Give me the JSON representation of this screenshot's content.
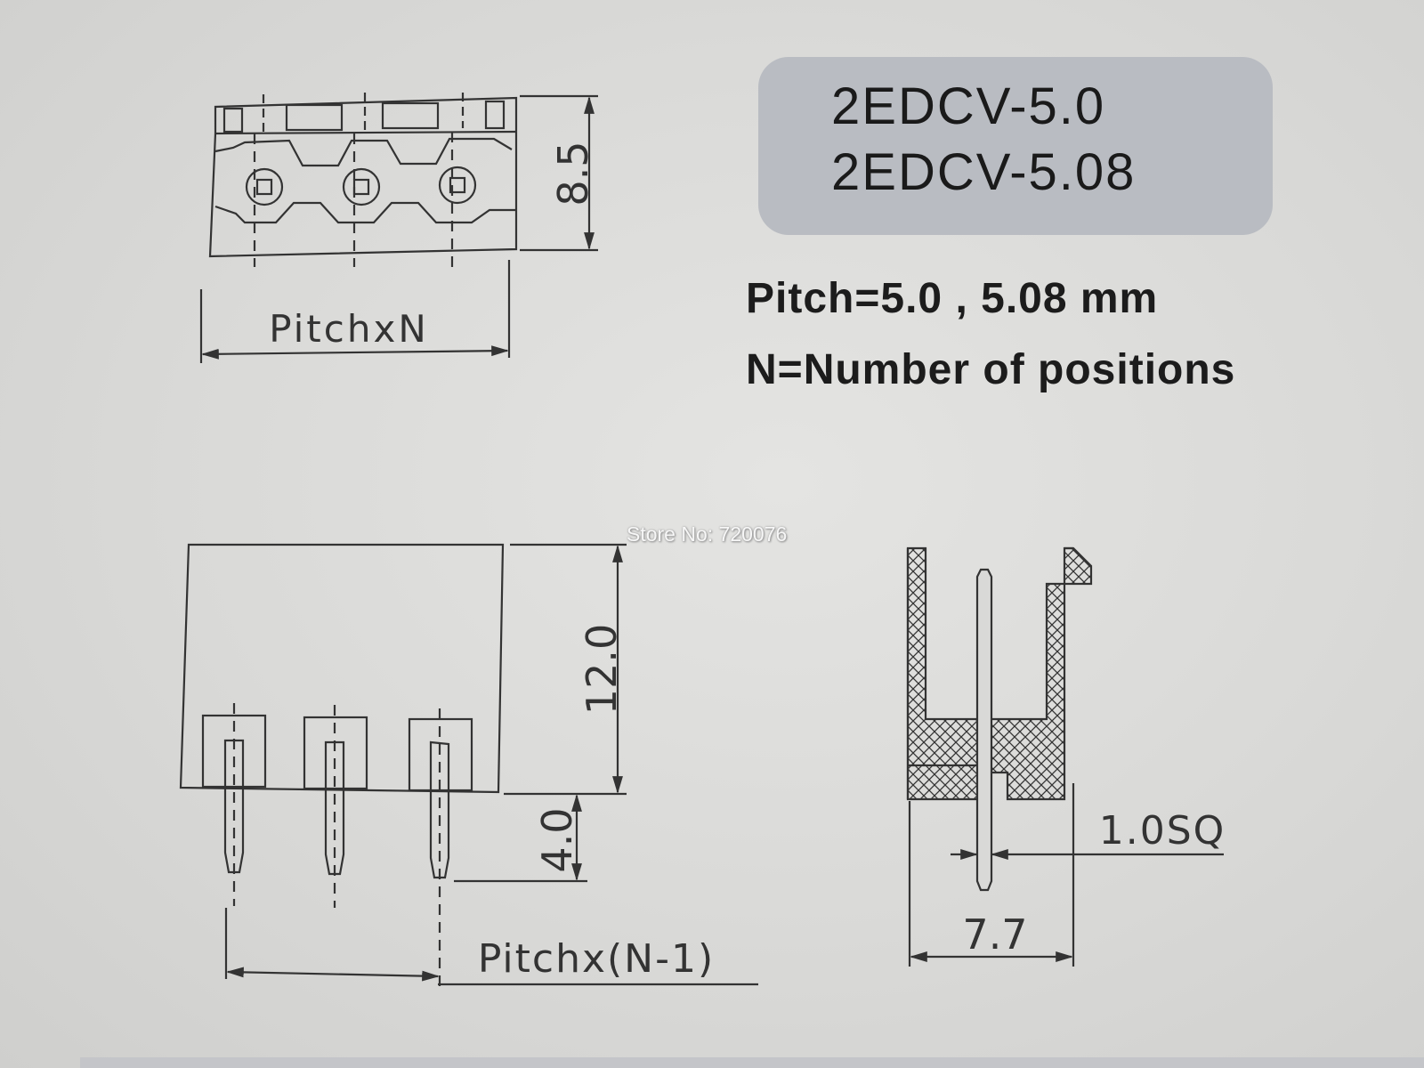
{
  "title": {
    "line1": "2EDCV-5.0",
    "line2": "2EDCV-5.08"
  },
  "specs": {
    "pitch": "Pitch=5.0 , 5.08 mm",
    "n_def": "N=Number of positions"
  },
  "watermark": "Store No: 720076",
  "dimensions": {
    "top_height": "8.5",
    "top_width": "PitchxN",
    "front_height": "12.0",
    "pin_length": "4.0",
    "pin_span": "Pitchx(N-1)",
    "pin_size": "1.0SQ",
    "side_depth": "7.7"
  },
  "colors": {
    "background": "#d9d9d7",
    "title_box": "#b9bcc2",
    "ink": "#333333"
  }
}
